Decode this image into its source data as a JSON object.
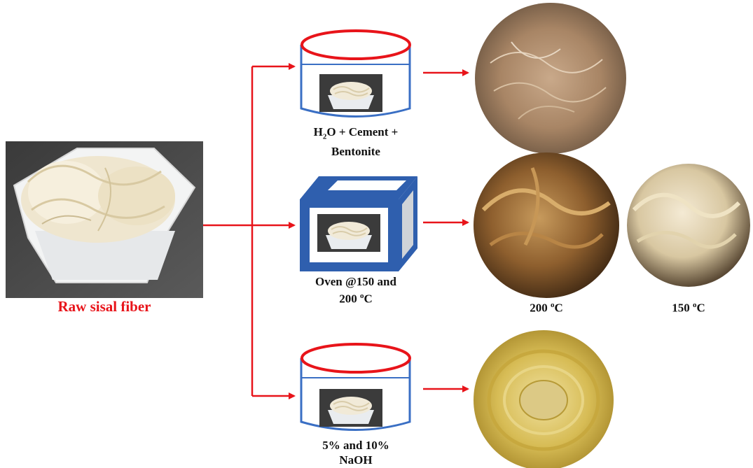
{
  "raw": {
    "label": "Raw sisal fiber"
  },
  "treatments": [
    {
      "id": "cement",
      "line1_a": "H",
      "line1_sub": "2",
      "line1_b": "O + Cement +",
      "line2": "Bentonite"
    },
    {
      "id": "oven",
      "line1": "Oven @150 and",
      "line2_a": "200 ",
      "line2_sup": "o",
      "line2_b": "C"
    },
    {
      "id": "naoh",
      "line1": "5% and 10%",
      "line2": "NaOH"
    }
  ],
  "results": {
    "oven_200": {
      "a": "200 ",
      "sup": "o",
      "b": "C"
    },
    "oven_150": {
      "a": "150 ",
      "sup": "o",
      "b": "C"
    }
  },
  "colors": {
    "arrow": "#e8141a",
    "beaker_outline": "#3a6fc4",
    "beaker_rim": "#e8141a",
    "oven": "#2f5fae",
    "raw_label": "#e8141a"
  }
}
